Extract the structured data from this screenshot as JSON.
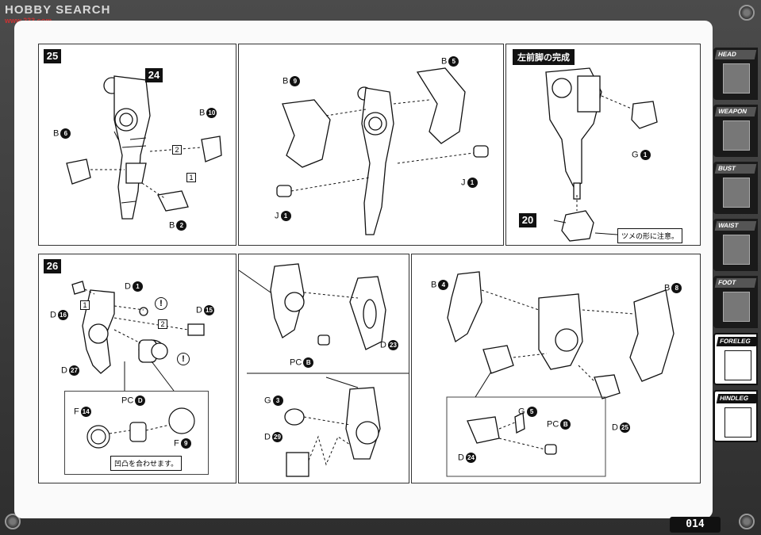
{
  "watermark": {
    "text": "HOBBY SEARCH",
    "sub": "www.233.com"
  },
  "page_number": "014",
  "tabs": [
    {
      "label": "HEAD",
      "active": false
    },
    {
      "label": "WEAPON",
      "active": false
    },
    {
      "label": "BUST",
      "active": false
    },
    {
      "label": "WAIST",
      "active": false
    },
    {
      "label": "FOOT",
      "active": false
    },
    {
      "label": "FORELEG",
      "active": true
    },
    {
      "label": "HINDLEG",
      "active": true
    }
  ],
  "step25": {
    "number": "25",
    "ref24": "24",
    "b6": {
      "letter": "B",
      "n": "6"
    },
    "b10": {
      "letter": "B",
      "n": "10"
    },
    "b2": {
      "letter": "B",
      "n": "2"
    },
    "box2": "2",
    "box1": "1",
    "b9": {
      "letter": "B",
      "n": "9"
    },
    "b5": {
      "letter": "B",
      "n": "5"
    },
    "j1a": {
      "letter": "J",
      "n": "1"
    },
    "j1b": {
      "letter": "J",
      "n": "1"
    },
    "complete_title": "左前脚の完成",
    "g1": {
      "letter": "G",
      "n": "1"
    },
    "ref20": "20",
    "claw_note": "ツメの形に注意。"
  },
  "step26": {
    "number": "26",
    "d1": {
      "letter": "D",
      "n": "1"
    },
    "d16": {
      "letter": "D",
      "n": "16"
    },
    "d15": {
      "letter": "D",
      "n": "15"
    },
    "d27": {
      "letter": "D",
      "n": "27"
    },
    "box1": "1",
    "box2": "2",
    "f14": {
      "letter": "F",
      "n": "14"
    },
    "pcd": {
      "letter": "PC",
      "n": "D"
    },
    "f9": {
      "letter": "F",
      "n": "9"
    },
    "align_note": "凹凸を合わせます。",
    "d23": {
      "letter": "D",
      "n": "23"
    },
    "pcb1": {
      "letter": "PC",
      "n": "B"
    },
    "g3": {
      "letter": "G",
      "n": "3"
    },
    "d29": {
      "letter": "D",
      "n": "29"
    },
    "b4": {
      "letter": "B",
      "n": "4"
    },
    "b8": {
      "letter": "B",
      "n": "8"
    },
    "g5": {
      "letter": "G",
      "n": "5"
    },
    "pcb2": {
      "letter": "PC",
      "n": "B"
    },
    "d24": {
      "letter": "D",
      "n": "24"
    },
    "d25": {
      "letter": "D",
      "n": "25"
    },
    "warn": "!"
  }
}
